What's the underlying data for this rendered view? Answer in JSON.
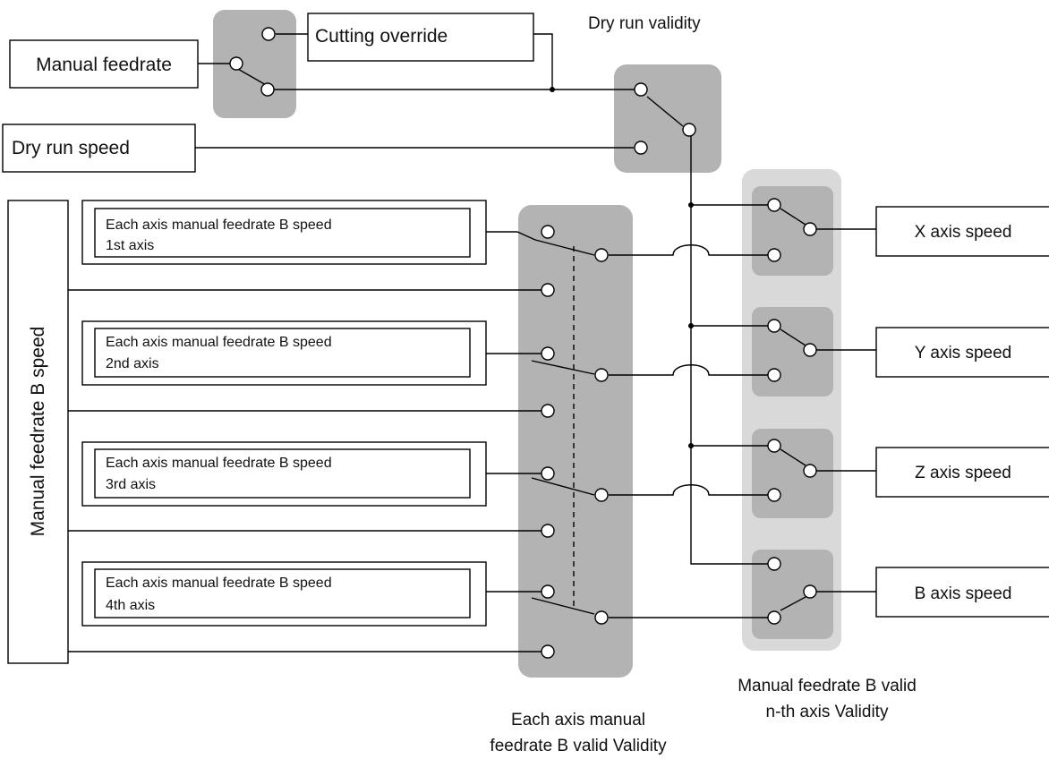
{
  "labels": {
    "manual_feedrate": "Manual feedrate",
    "cutting_override": "Cutting override",
    "dry_run_validity": "Dry run validity",
    "dry_run_speed": "Dry run speed",
    "manual_feedrate_b_speed": "Manual feedrate B speed",
    "each_axis_switch_line1": "Each axis manual",
    "each_axis_switch_line2": "feedrate B valid Validity",
    "nth_axis_switch_line1": "Manual feedrate B valid",
    "nth_axis_switch_line2": "n-th axis Validity"
  },
  "axis_inputs": [
    {
      "line1": "Each axis manual feedrate B speed",
      "line2": "1st axis"
    },
    {
      "line1": "Each axis manual feedrate B speed",
      "line2": "2nd axis"
    },
    {
      "line1": "Each axis manual feedrate B speed",
      "line2": "3rd axis"
    },
    {
      "line1": "Each axis manual feedrate B speed",
      "line2": "4th axis"
    }
  ],
  "axis_outputs": [
    {
      "label": "X axis speed"
    },
    {
      "label": "Y axis speed"
    },
    {
      "label": "Z axis speed"
    },
    {
      "label": "B axis speed"
    }
  ]
}
